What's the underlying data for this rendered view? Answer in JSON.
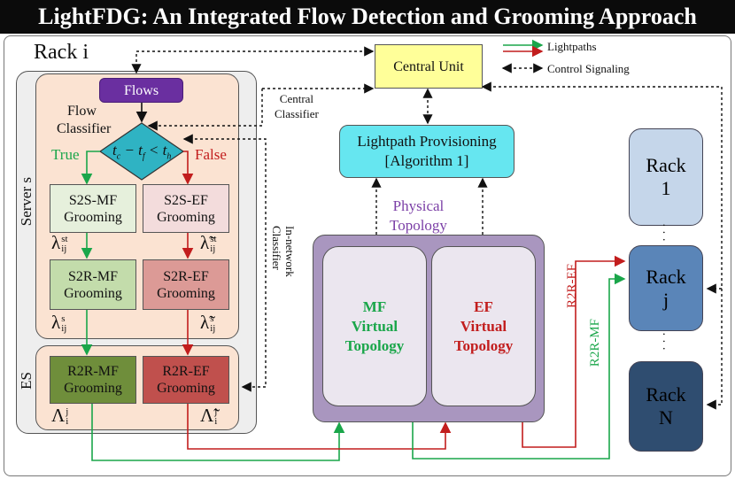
{
  "title": "LightFDG: An Integrated Flow Detection and Grooming Approach",
  "rack_i_label": "Rack i",
  "server_label": "Server s",
  "es_label": "ES",
  "flows": "Flows",
  "flow_classifier": [
    "Flow",
    "Classifier"
  ],
  "condition": {
    "lhs": "t",
    "sub_c": "c",
    "minus": " − t",
    "sub_f": "f",
    "lt": " < t",
    "sub_h": "h"
  },
  "true_label": "True",
  "false_label": "False",
  "grooming": {
    "s2s_mf": [
      "S2S-MF",
      "Grooming"
    ],
    "s2s_ef": [
      "S2S-EF",
      "Grooming"
    ],
    "s2r_mf": [
      "S2R-MF",
      "Grooming"
    ],
    "s2r_ef": [
      "S2R-EF",
      "Grooming"
    ],
    "r2r_mf": [
      "R2R-MF",
      "Grooming"
    ],
    "r2r_ef": [
      "R2R-EF",
      "Grooming"
    ]
  },
  "symbols": {
    "lambda_st": {
      "base": "λ",
      "sup": "st",
      "sub": "ij"
    },
    "lambda_tilde_st": {
      "base": "λ̃",
      "sup": "st",
      "sub": "ij"
    },
    "lambda_s": {
      "base": "λ",
      "sup": "s",
      "sub": "ij"
    },
    "lambda_tilde_s": {
      "base": "λ̃",
      "sup": "s",
      "sub": "ij"
    },
    "Lambda_j": {
      "base": "Λ",
      "sup": "j",
      "sub": "i"
    },
    "Lambda_tilde_j": {
      "base": "Λ̃",
      "sup": "j",
      "sub": "i"
    }
  },
  "central_unit": "Central Unit",
  "legend": {
    "lightpaths": "Lightpaths",
    "control": "Control Signaling"
  },
  "central_classifier": [
    "Central",
    "Classifier"
  ],
  "in_network_classifier": [
    "In-network",
    "Classifier"
  ],
  "provisioning": [
    "Lightpath Provisioning",
    "[Algorithm 1]"
  ],
  "physical_topology": [
    "Physical",
    "Topology"
  ],
  "mf_topology": [
    "MF",
    "Virtual",
    "Topology"
  ],
  "ef_topology": [
    "EF",
    "Virtual",
    "Topology"
  ],
  "r2r_ef_label": "R2R-EF",
  "r2r_mf_label": "R2R-MF",
  "racks": {
    "r1": [
      "Rack",
      "1"
    ],
    "rj": [
      "Rack",
      "j"
    ],
    "rn": [
      "Rack",
      "N"
    ]
  },
  "dots": "· · ·",
  "colors": {
    "green": "#1aa64a",
    "red": "#c21d1d",
    "purple": "#7b3fa6",
    "navy": "#1f3a5a"
  }
}
